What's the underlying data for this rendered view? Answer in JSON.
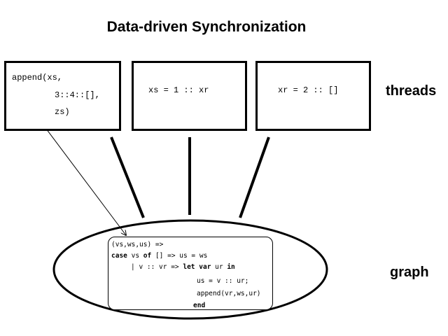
{
  "title": "Data-driven Synchronization",
  "threads": {
    "label": "threads",
    "t1": {
      "line1": "append(xs,",
      "line2": "3::4::[],",
      "line3": "zs)"
    },
    "t2": {
      "line1": "xs = 1 :: xr"
    },
    "t3": {
      "line1": "xr = 2 :: []"
    }
  },
  "graph": {
    "label": "graph",
    "code": {
      "l1": "(vs,ws,us) =>",
      "l2_kw1": "case",
      "l2_mid": " vs ",
      "l2_kw2": "of",
      "l2_rest": " [] => us = ws",
      "l3_pre": "| v :: vr => ",
      "l3_kw1": "let",
      "l3_sp": " ",
      "l3_kw2": "var",
      "l3_mid": " ur ",
      "l3_kw3": "in",
      "l4": "us = v :: ur;",
      "l5": "append(vr,ws,ur)",
      "l6_kw": "end"
    }
  }
}
